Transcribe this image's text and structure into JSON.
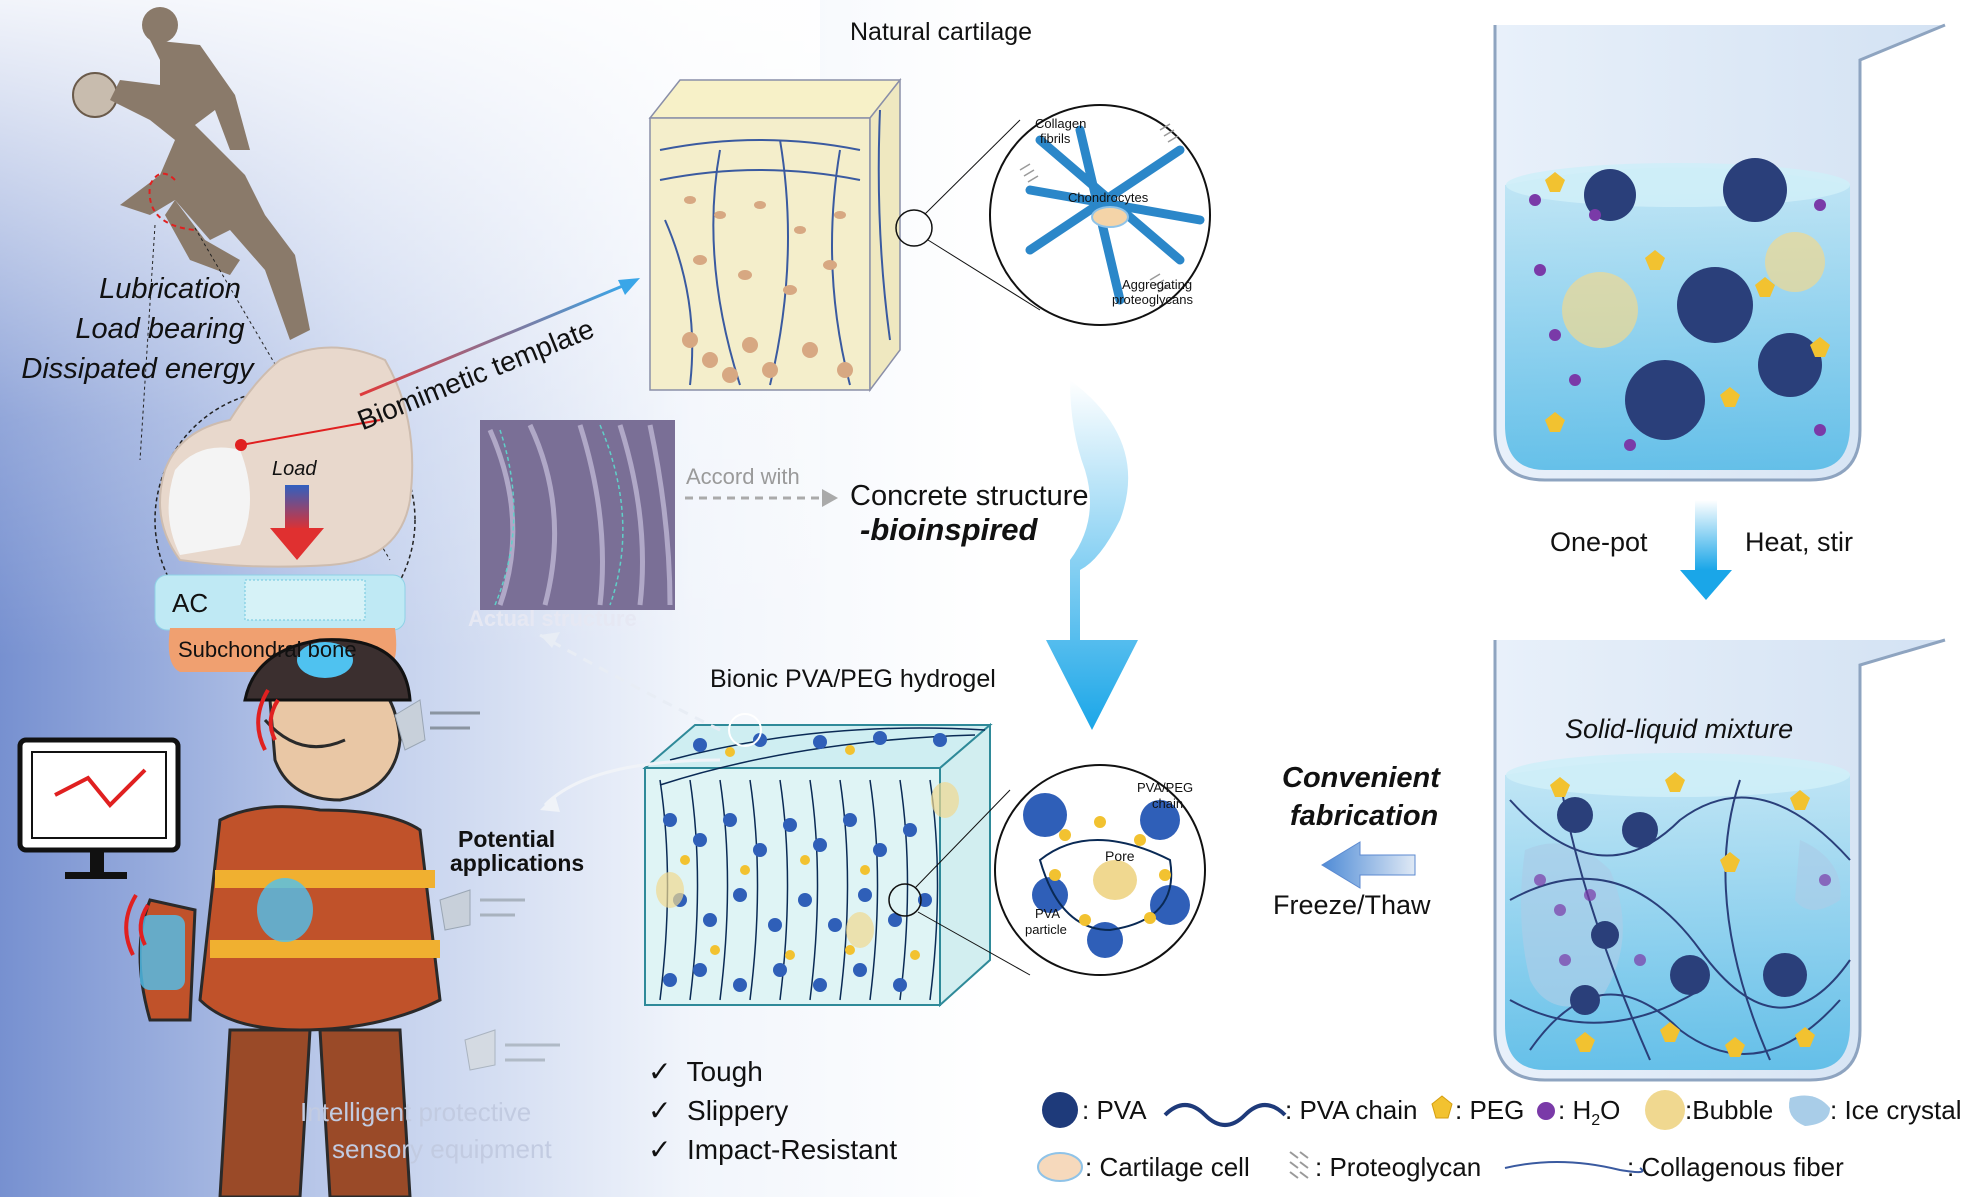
{
  "left_panel": {
    "functions": [
      "Lubrication",
      "Load bearing",
      "Dissipated energy"
    ],
    "load_label": "Load",
    "ac_label": "AC",
    "bone_label": "Subchondral bone",
    "biomimetic_label": "Biomimetic template",
    "actual_label": "Actual structure",
    "accord_label": "Accord with",
    "potential_label_line1": "Potential",
    "potential_label_line2": "applications",
    "equipment_line1": "Intelligent protective",
    "equipment_line2": "sensory equipment"
  },
  "center_panel": {
    "cartilage_title": "Natural cartilage",
    "zoom_labels": {
      "collagen_line1": "Collagen",
      "collagen_line2": "fibrils",
      "chondrocytes": "Chondrocytes",
      "aggregating_line1": "Aggregating",
      "aggregating_line2": "proteoglycans"
    },
    "concrete_line1": "Concrete structure",
    "concrete_line2": "-bioinspired",
    "hydrogel_title": "Bionic PVA/PEG hydrogel",
    "hydrogel_zoom": {
      "chain_line1": "PVA/PEG",
      "chain_line2": "chain",
      "pore": "Pore",
      "particle_line1": "PVA",
      "particle_line2": "particle"
    },
    "properties": [
      "Tough",
      "Slippery",
      "Impact-Resistant"
    ],
    "check": "✓"
  },
  "right_panel": {
    "one_pot": "One-pot",
    "heat_stir": "Heat, stir",
    "mixture": "Solid-liquid mixture",
    "convenient_line1": "Convenient",
    "convenient_line2": "fabrication",
    "freeze_thaw": "Freeze/Thaw"
  },
  "legend": {
    "pva": ": PVA",
    "pva_chain": ": PVA chain",
    "peg": ": PEG",
    "h2o_prefix": ": H",
    "h2o_sub": "2",
    "h2o_suffix": "O",
    "bubble": ":Bubble",
    "ice": ": Ice crystal",
    "cartilage_cell": ": Cartilage cell",
    "proteoglycan": ": Proteoglycan",
    "collagenous": ": Collagenous fiber"
  },
  "colors": {
    "pva": "#1e3a7a",
    "peg": "#f2c230",
    "h2o": "#7a3aa8",
    "bubble": "#f0d890",
    "ice": "#a9cde8",
    "arrow_blue": "#1aa6e8",
    "red_load": "#e03030"
  }
}
